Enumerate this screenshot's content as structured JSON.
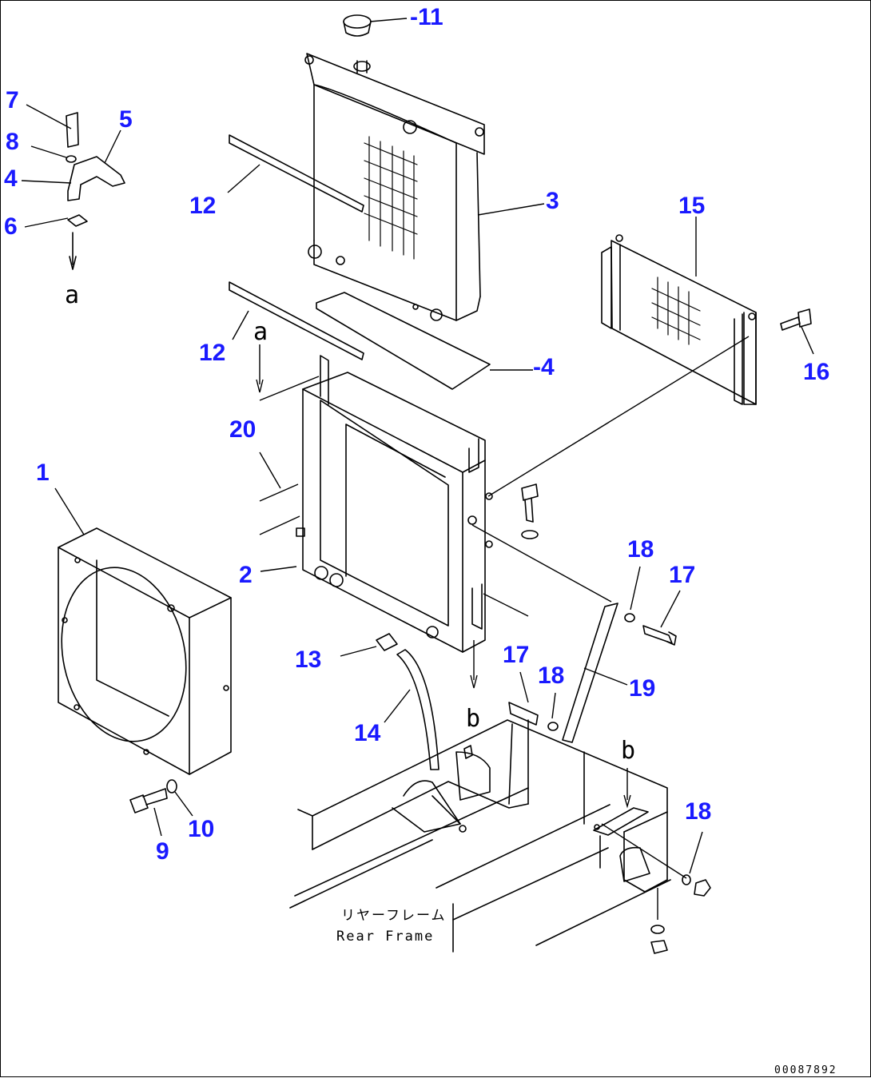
{
  "labels": {
    "n1": "1",
    "n2": "2",
    "n3": "3",
    "n4a": "4",
    "n4b": "-4",
    "n5": "5",
    "n6": "6",
    "n7": "7",
    "n8": "8",
    "n9": "9",
    "n10": "10",
    "n11": "-11",
    "n12a": "12",
    "n12b": "12",
    "n13": "13",
    "n14": "14",
    "n15": "15",
    "n16": "16",
    "n17a": "17",
    "n17b": "17",
    "n18a": "18",
    "n18b": "18",
    "n18c": "18",
    "n19": "19",
    "n20": "20"
  },
  "refs": {
    "a1": "a",
    "a2": "a",
    "b1": "b",
    "b2": "b"
  },
  "note": {
    "jp": "リヤーフレーム",
    "en": "Rear Frame"
  },
  "drawing_code": "00087892",
  "colors": {
    "label": "#1a1aff",
    "line": "#000000"
  }
}
